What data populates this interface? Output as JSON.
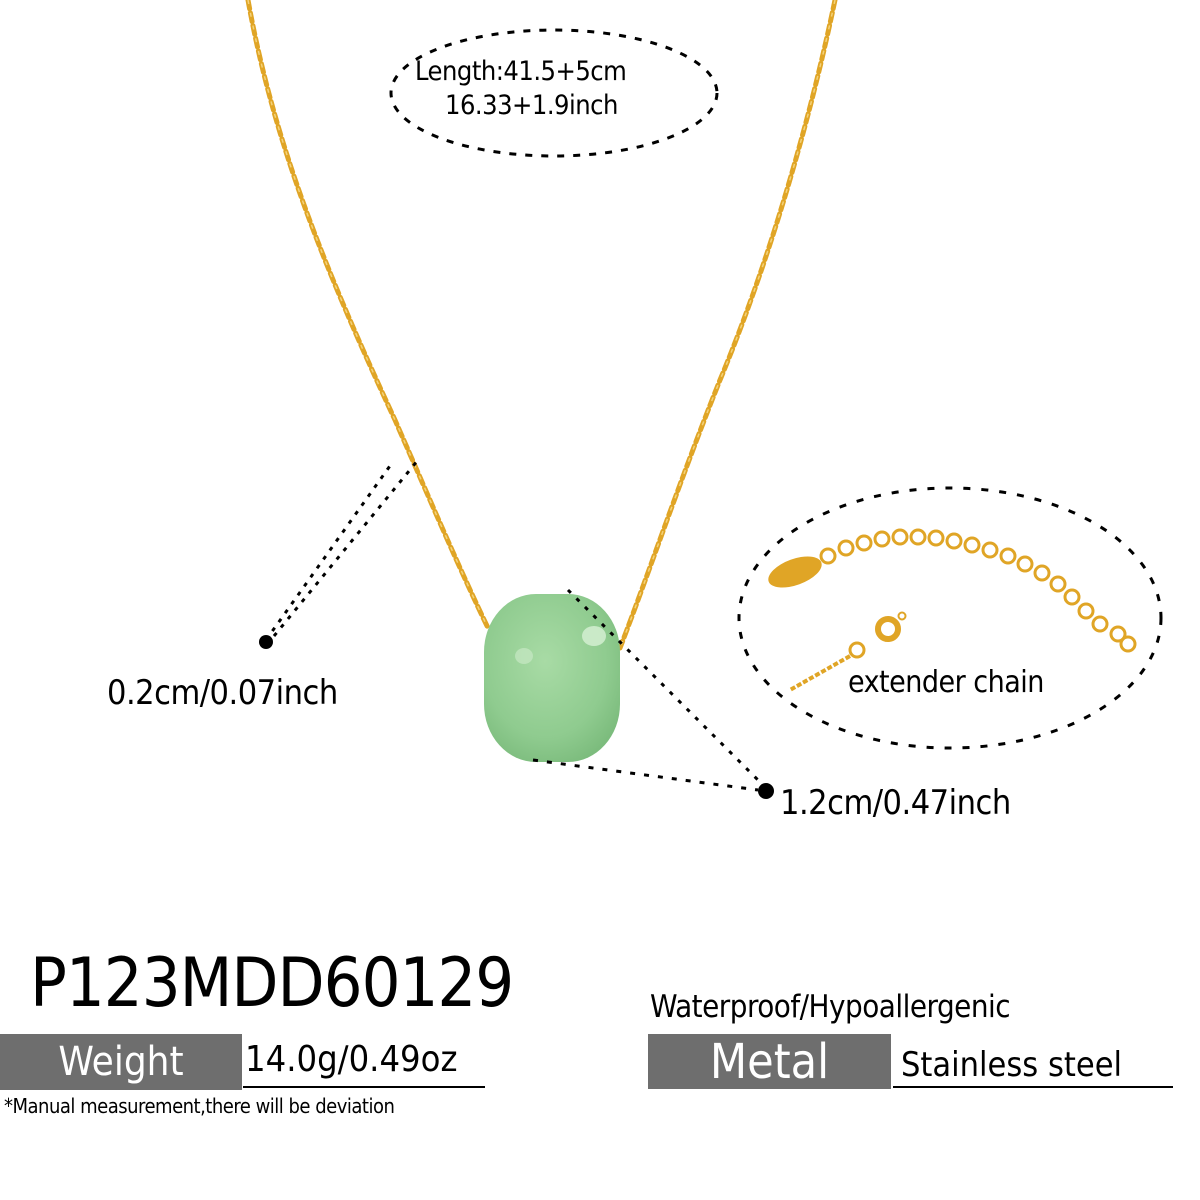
{
  "product": {
    "sku": "P123MDD60129",
    "length": {
      "line1": "Length:41.5+5cm",
      "line2": "16.33+1.9inch"
    },
    "chain_width": "0.2cm/0.07inch",
    "bead_size": "1.2cm/0.47inch",
    "extender_label": "extender chain",
    "features": "Waterproof/Hypoallergenic",
    "weight": {
      "label": "Weight",
      "value": "14.0g/0.49oz"
    },
    "metal": {
      "label": "Metal",
      "value": "Stainless steel"
    },
    "note": "*Manual measurement,there will be deviation"
  },
  "colors": {
    "gold": "#e0a526",
    "gold_dark": "#c48a16",
    "jade": "#8fcb8f",
    "jade_light": "#b5dfb2",
    "label_bg": "#6e6e6e"
  }
}
